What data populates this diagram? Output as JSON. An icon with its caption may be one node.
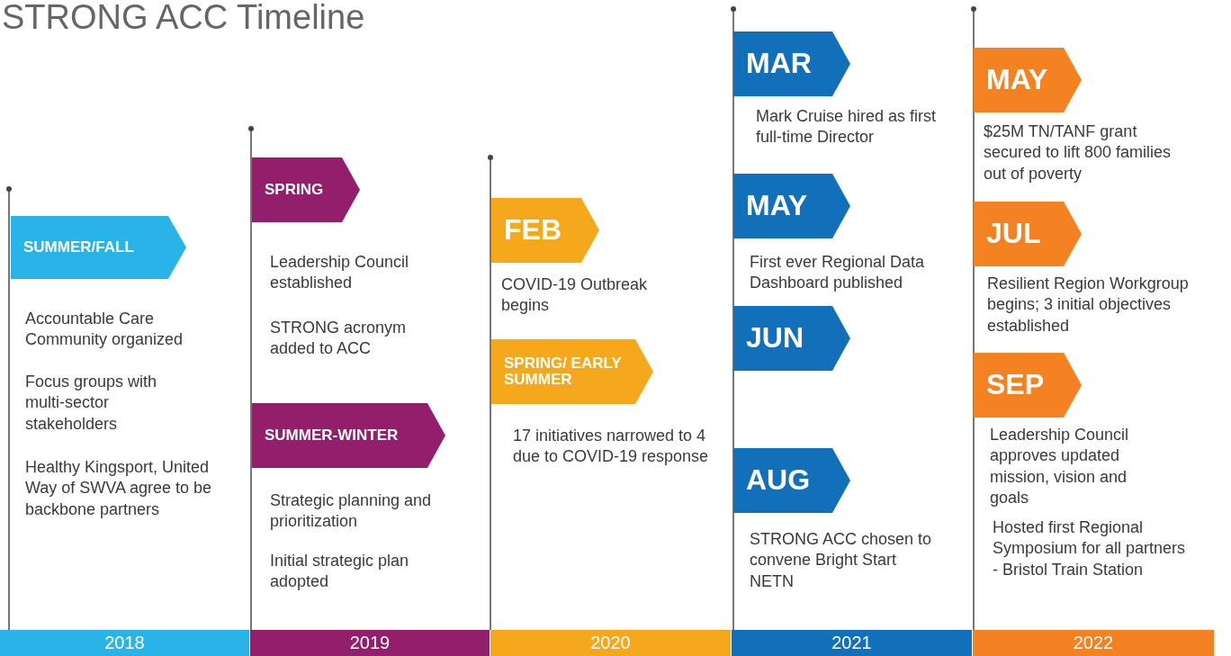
{
  "diagram": {
    "title": "STRONG ACC Timeline",
    "nodes": [
      {
        "text": [
          "2018"
        ]
      },
      {
        "text": [
          "SUMMER/FALL"
        ],
        "beside": [
          "Accountable Care Community organized",
          "Focus groups with multi-sector stakeholders",
          "Healthy Kingsport, United Way of SWVA agree to be backbone partners"
        ]
      },
      {
        "text": [
          "2019"
        ]
      },
      {
        "text": [
          "SPRING"
        ],
        "beside": [
          "Leadership Council established",
          "STRONG acronym added to ACC"
        ]
      },
      {
        "text": [
          "SUMMER-WINTER"
        ],
        "beside": [
          "Strategic planning and prioritization",
          "Initial strategic plan adopted"
        ]
      },
      {
        "text": [
          "2020"
        ]
      },
      {
        "text": [
          "FEB"
        ],
        "beside": [
          "COVID-19 Outbreak begins"
        ]
      },
      {
        "text": [
          "SPRING/ EARLY SUMMER"
        ],
        "beside": [
          "17 initiatives narrowed to 4 due to COVID-19 response"
        ]
      },
      {
        "text": [
          "2021"
        ]
      },
      {
        "text": [
          "MAR"
        ],
        "beside": [
          "Mark Cruise hired as first full-time Director"
        ]
      },
      {
        "text": [
          "MAY"
        ],
        "beside": [
          "First ever Regional Data Dashboard published"
        ]
      },
      {
        "text": [
          "JUN"
        ]
      },
      {
        "text": [
          "AUG"
        ],
        "beside": [
          "STRONG ACC chosen to convene Bright Start NETN"
        ]
      },
      {
        "text": [
          "2022"
        ]
      },
      {
        "text": [
          "MAY"
        ],
        "beside": [
          "$25M TN/TANF grant secured to lift 800 families out of poverty"
        ]
      },
      {
        "text": [
          "JUL"
        ],
        "beside": [
          "Resilient Region Workgroup begins; 3 initial objectives established"
        ]
      },
      {
        "text": [
          "SEP"
        ],
        "beside": [
          "Leadership Council approves updated mission, vision and goals",
          "Hosted first Regional Symposium for all partners - Bristol Train Station"
        ]
      }
    ],
    "edges": []
  }
}
